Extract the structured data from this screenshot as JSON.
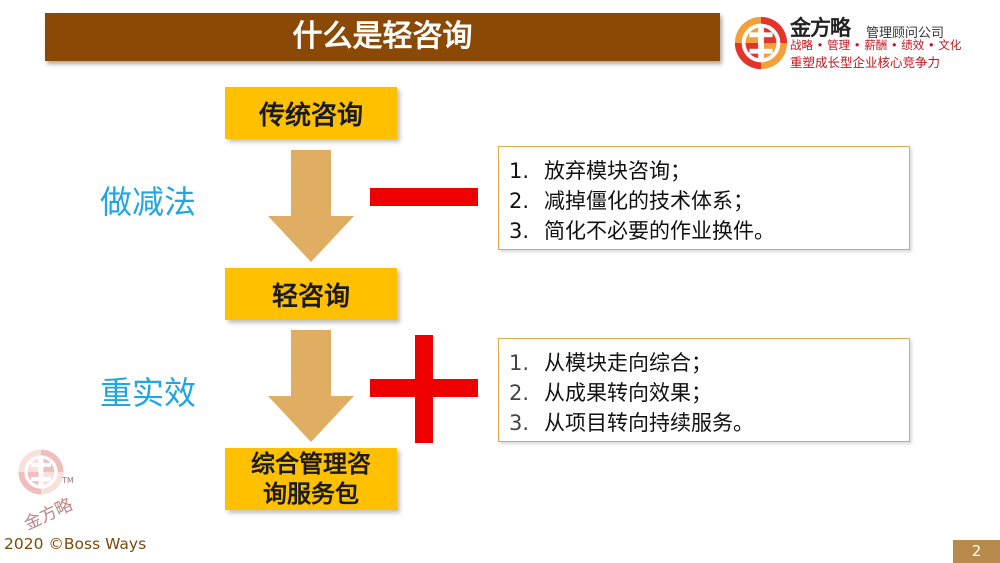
{
  "header": {
    "title": "什么是轻咨询"
  },
  "brand": {
    "script_name": "金方略",
    "firm": "管理顾问公司",
    "tagline": "战略 • 管理 • 薪酬 • 绩效 • 文化",
    "slogan": "重塑成长型企业核心竞争力",
    "tm": "TM",
    "colors": {
      "red": "#c0161f",
      "gold": "#e9a74a"
    }
  },
  "flow": {
    "box1": "传统咨询",
    "box2": "轻咨询",
    "box3_line1": "综合管理咨",
    "box3_line2": "询服务包"
  },
  "left_labels": {
    "minus": "做减法",
    "plus": "重实效"
  },
  "minus_list": [
    {
      "num": "1.",
      "text": "放弃模块咨询；"
    },
    {
      "num": "2.",
      "text": "减掉僵化的技术体系；"
    },
    {
      "num": "3.",
      "text": "简化不必要的作业换件。"
    }
  ],
  "plus_list": [
    {
      "num": "1.",
      "text": "从模块走向综合；"
    },
    {
      "num": "2.",
      "text": "从成果转向效果；"
    },
    {
      "num": "3.",
      "text": "从项目转向持续服务。"
    }
  ],
  "footer": {
    "copyright": "2020 ©Boss Ways",
    "page": "2"
  },
  "colors": {
    "title_bar": "#8a4a06",
    "flow_box": "#ffc000",
    "arrow": "#dfae62",
    "label": "#21a7e0",
    "sign": "#ee0000"
  }
}
